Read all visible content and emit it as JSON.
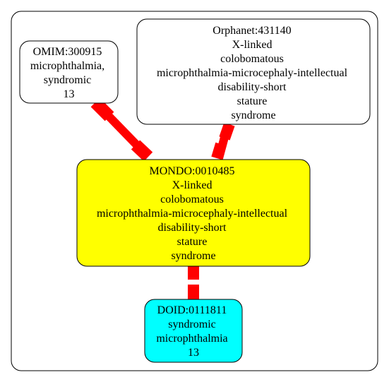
{
  "colors": {
    "edge": "#ff0000",
    "mondo_fill": "#ffff00",
    "doid_fill": "#00ffff",
    "default_fill": "#ffffff",
    "stroke": "#000000"
  },
  "nodes": {
    "omim": {
      "lines": [
        "OMIM:300915",
        "microphthalmia,",
        "syndromic",
        "13"
      ]
    },
    "orphanet": {
      "lines": [
        "Orphanet:431140",
        "X-linked",
        "colobomatous",
        "microphthalmia-microcephaly-intellectual",
        "disability-short",
        "stature",
        "syndrome"
      ]
    },
    "mondo": {
      "lines": [
        "MONDO:0010485",
        "X-linked",
        "colobomatous",
        "microphthalmia-microcephaly-intellectual",
        "disability-short",
        "stature",
        "syndrome"
      ]
    },
    "doid": {
      "lines": [
        "DOID:0111811",
        "syndromic",
        "microphthalmia",
        "13"
      ]
    }
  }
}
